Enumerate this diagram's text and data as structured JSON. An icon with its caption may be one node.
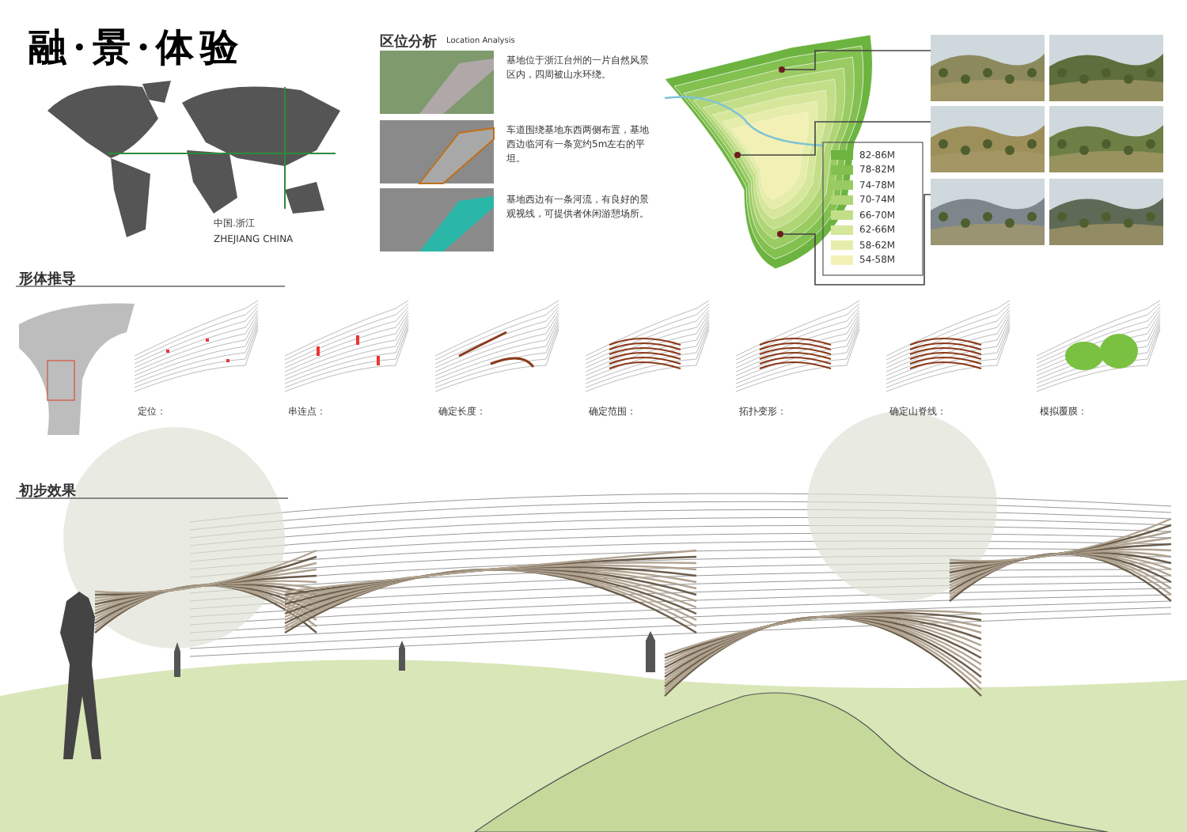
{
  "diagram": {
    "title": "融·景·体验",
    "nodes": [
      {
        "text": [],
        "shape": "circle"
      },
      {
        "text": [],
        "shape": "circle"
      },
      {
        "text": [],
        "shape": "circle"
      },
      {
        "text": [],
        "shape": "picture"
      },
      {
        "text": [],
        "shape": "picture"
      },
      {
        "text": [],
        "shape": "picture"
      },
      {
        "text": [],
        "shape": "picture"
      },
      {
        "text": [],
        "shape": "picture"
      },
      {
        "text": [],
        "shape": "picture"
      }
    ],
    "edges": [
      {
        "from": 0,
        "to": 3,
        "arrow": "none"
      },
      {
        "from": 1,
        "to": 5,
        "arrow": "none"
      },
      {
        "from": 2,
        "to": 7,
        "arrow": "none"
      }
    ],
    "labels": [
      "中国.浙江",
      "ZHEJIANG CHINA",
      "区位分析",
      "Location Analysis",
      "基地位于浙江台州的一片自然风景区内，四周被山水环绕。",
      "车道围绕基地东西两侧布置，基地西边临河有一条宽约5m左右的平坦。",
      "基地西边有一条河流，有良好的景观视线，可提供者休闲游憩场所。",
      "形体推导",
      "定位：",
      "串连点：",
      "确定长度：",
      "确定范围：",
      "拓扑变形：",
      "确定山脊线：",
      "模拟覆膜：",
      "初步效果"
    ],
    "legend": [
      {
        "text": "82-86M",
        "color": "#6cb33f"
      },
      {
        "text": "78-82M",
        "color": "#82c04f"
      },
      {
        "text": "74-78M",
        "color": "#9acb62"
      },
      {
        "text": "70-74M",
        "color": "#afd575"
      },
      {
        "text": "66-70M",
        "color": "#c3de88"
      },
      {
        "text": "62-66M",
        "color": "#d6e79b"
      },
      {
        "text": "58-62M",
        "color": "#e6edaa"
      },
      {
        "text": "54-58M",
        "color": "#f3f0b5"
      }
    ]
  }
}
